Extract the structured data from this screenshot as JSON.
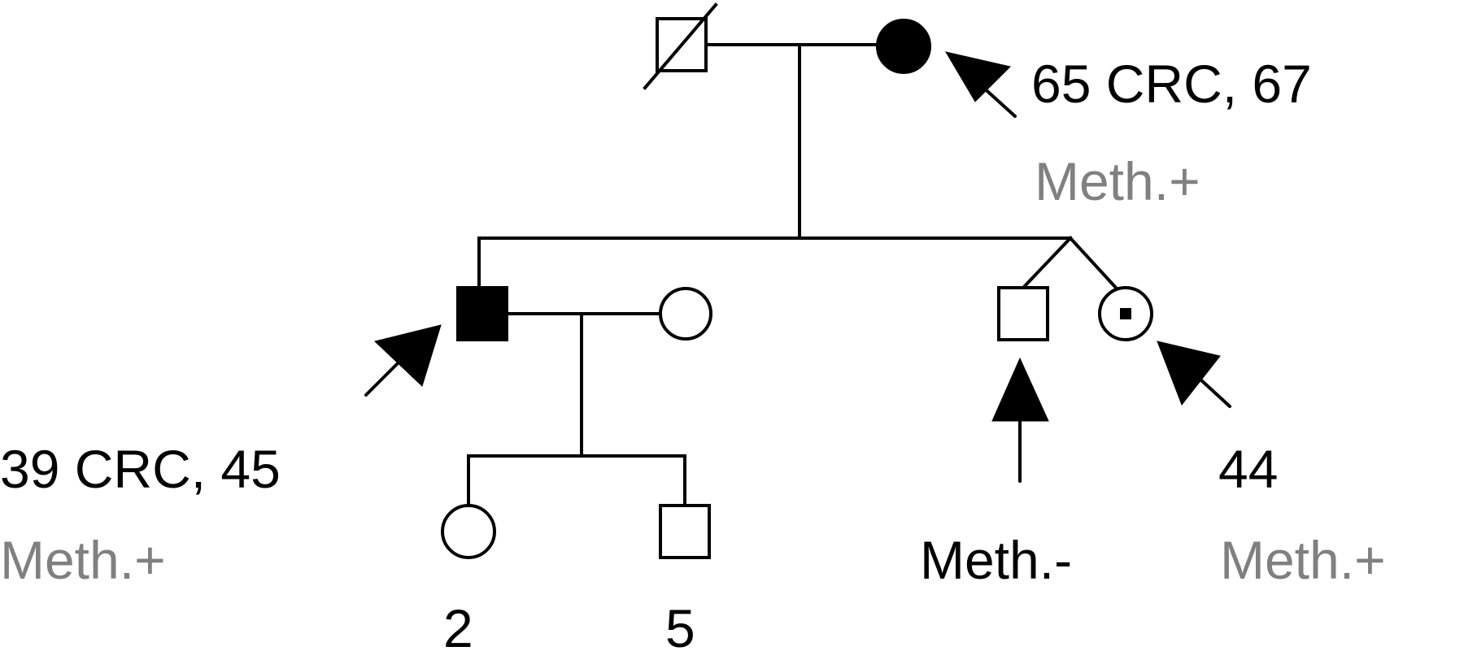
{
  "colors": {
    "affected": "#000000",
    "unaffected": "#ffffff",
    "line": "#000000",
    "meth_positive_text": "#808080",
    "meth_negative_text": "#000000",
    "annotation_text": "#000000"
  },
  "individuals": [
    {
      "id": "grandfather",
      "sex": "male",
      "affected": false,
      "deceased": true
    },
    {
      "id": "grandmother",
      "sex": "female",
      "affected": true,
      "proband_arrow": true,
      "annotation": "65 CRC, 67",
      "methylation": "Meth.+"
    },
    {
      "id": "son",
      "sex": "male",
      "affected": true,
      "proband_arrow": true,
      "annotation": "39 CRC, 45",
      "methylation": "Meth.+"
    },
    {
      "id": "son-spouse",
      "sex": "female",
      "affected": false
    },
    {
      "id": "twin-son",
      "sex": "male",
      "affected": false,
      "proband_arrow": true,
      "methylation": "Meth.-"
    },
    {
      "id": "twin-daughter",
      "sex": "female",
      "affected": false,
      "carrier_dot": true,
      "proband_arrow": true,
      "annotation": "44",
      "methylation": "Meth.+"
    },
    {
      "id": "granddaughter",
      "sex": "female",
      "affected": false,
      "annotation": "2"
    },
    {
      "id": "grandson",
      "sex": "male",
      "affected": false,
      "annotation": "5"
    }
  ],
  "labels": {
    "grandmother_age": "65 CRC, 67",
    "grandmother_meth": "Meth.+",
    "son_age": "39 CRC, 45",
    "son_meth": "Meth.+",
    "twin_son_meth": "Meth.-",
    "twin_daughter_age": "44",
    "twin_daughter_meth": "Meth.+",
    "granddaughter_age": "2",
    "grandson_age": "5"
  }
}
